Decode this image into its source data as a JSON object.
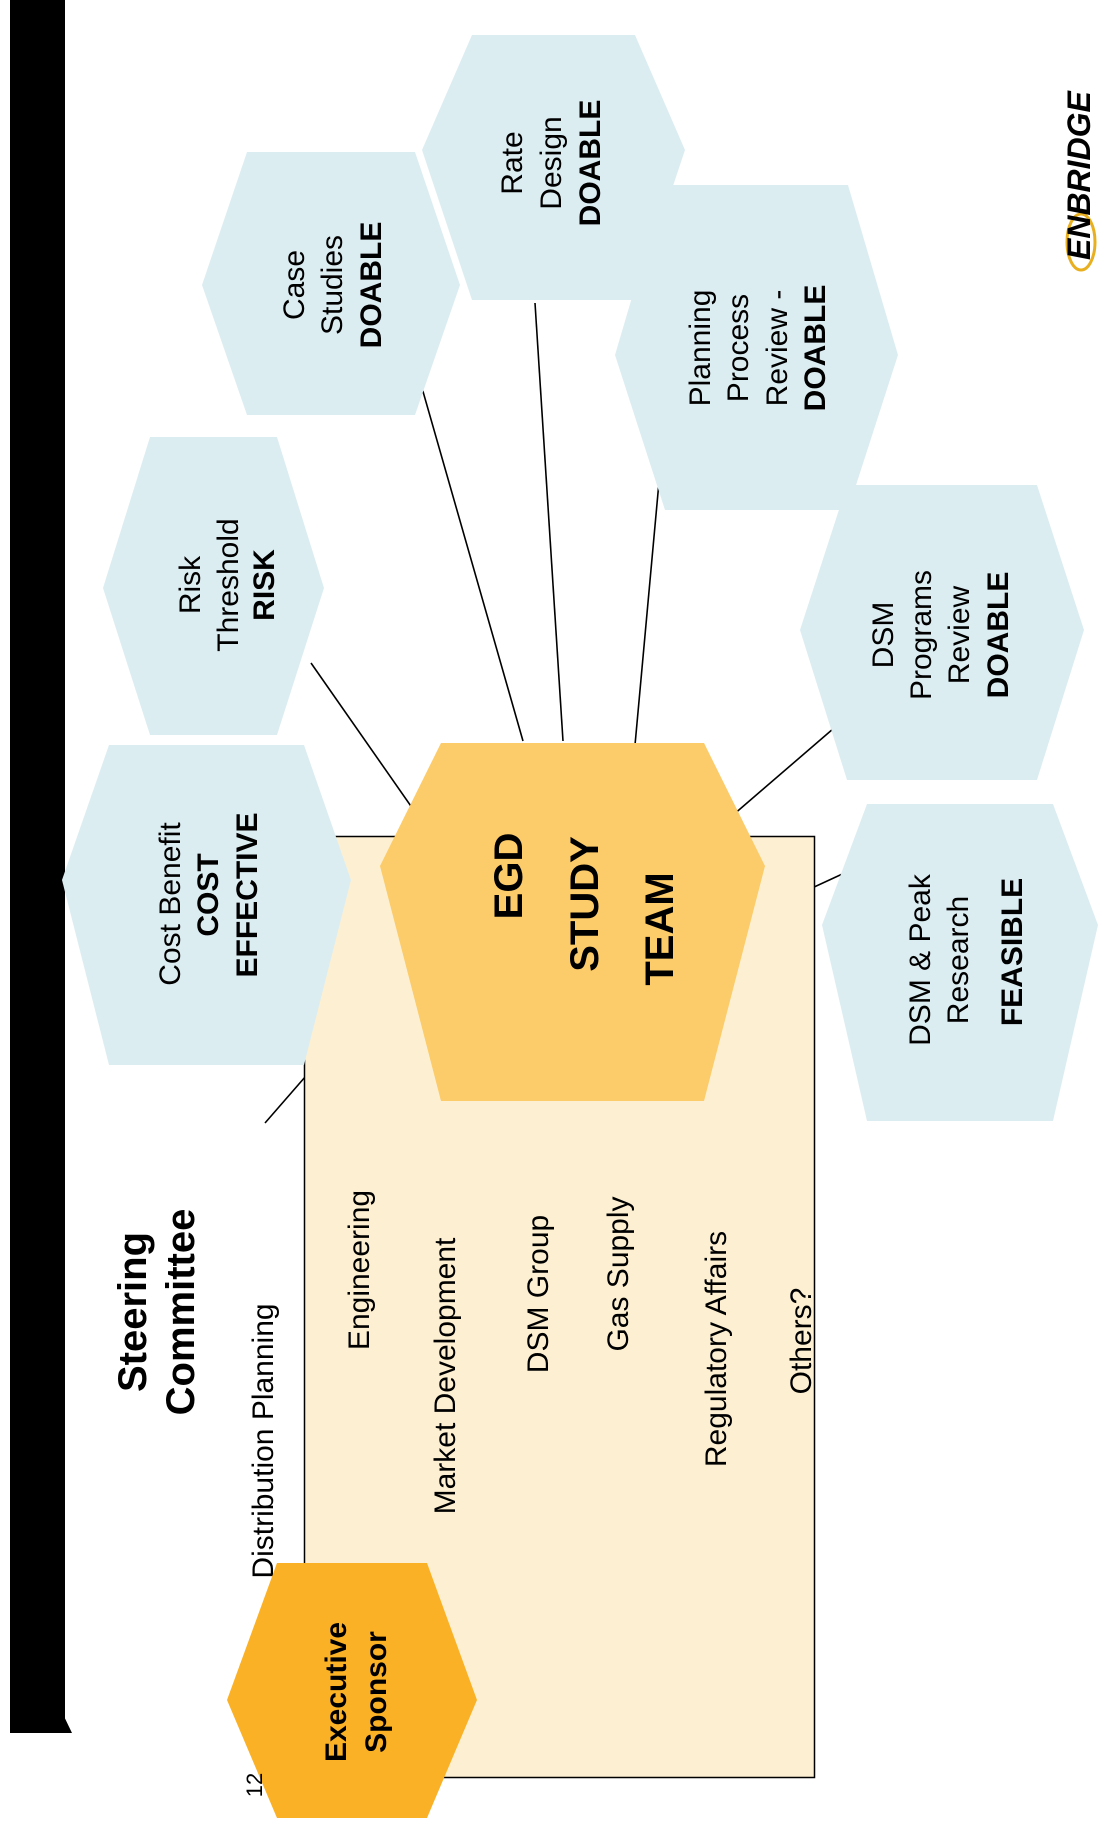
{
  "colors": {
    "hex_light": "#dcedf2",
    "hex_center": "#fccb6a",
    "hex_sponsor": "#fbb126",
    "steering_fill": "#fdf0d2",
    "bar": "#000000"
  },
  "page_number": "12",
  "logo_text": "ENBRIDGE",
  "center": {
    "line1": "EGD",
    "line2": "STUDY",
    "line3": "TEAM"
  },
  "sponsor": {
    "line1": "Executive",
    "line2": "Sponsor"
  },
  "steering": {
    "title_line1": "Steering",
    "title_line2": "Committee",
    "members": [
      "Distribution Planning",
      "Engineering",
      "Market Development",
      "DSM Group",
      "Gas Supply",
      "Regulatory Affairs",
      "Others?"
    ]
  },
  "studies": [
    {
      "line1": "Cost Benefit",
      "line2": "COST",
      "line3": "EFFECTIVE"
    },
    {
      "line1": "Risk",
      "line2": "Threshold",
      "line3": "RISK"
    },
    {
      "line1": "Case",
      "line2": "Studies",
      "line3": "DOABLE"
    },
    {
      "line1": "Rate",
      "line2": "Design",
      "line3": "DOABLE"
    },
    {
      "line1": "Planning",
      "line2": "Process",
      "line3": "Review -",
      "line4": "DOABLE"
    },
    {
      "line1": "DSM",
      "line2": "Programs",
      "line3": "Review",
      "line4": "DOABLE"
    },
    {
      "line1": "DSM & Peak",
      "line2": "Research",
      "line3": "FEASIBLE"
    }
  ]
}
